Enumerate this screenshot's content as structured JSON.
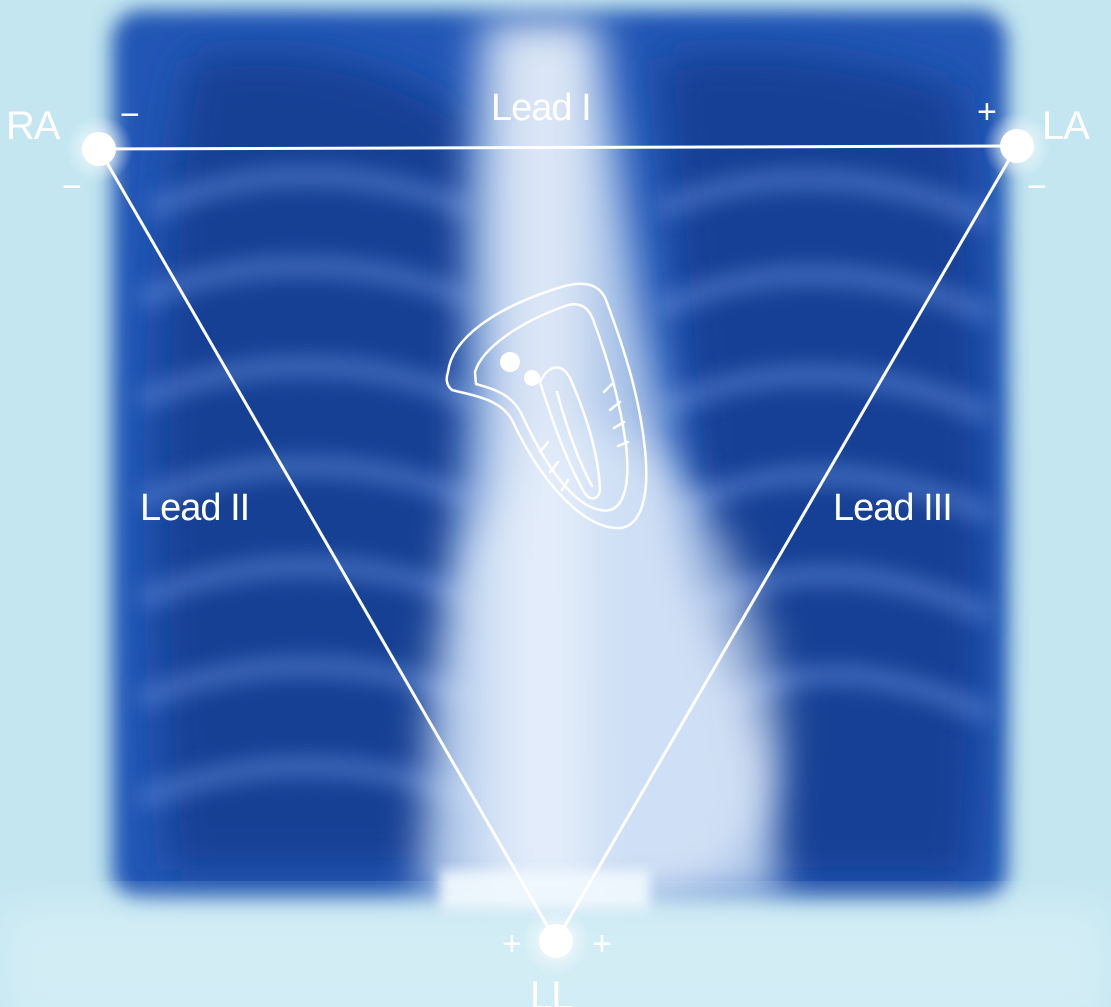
{
  "electrodes": {
    "ra": "RA",
    "la": "LA",
    "ll": "LL"
  },
  "leads": {
    "lead1": "Lead I",
    "lead2": "Lead II",
    "lead3": "Lead III"
  },
  "polarity": {
    "ra_top": "−",
    "ra_side": "−",
    "la_top": "+",
    "la_side": "−",
    "ll_left": "+",
    "ll_right": "+"
  }
}
